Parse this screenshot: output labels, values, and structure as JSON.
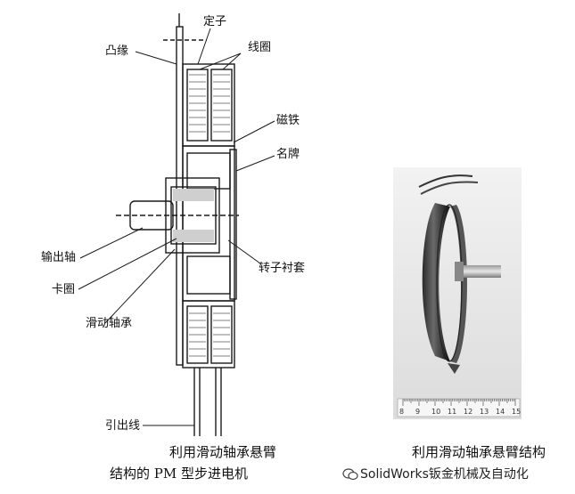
{
  "labels": {
    "stator": "定子",
    "flange": "凸缘",
    "coil": "线圈",
    "magnet": "磁铁",
    "nameplate": "名牌",
    "output_shaft": "输出轴",
    "retaining_ring": "卡圈",
    "sliding_bearing": "滑动轴承",
    "rotor_sleeve": "转子衬套",
    "lead_wire": "引出线"
  },
  "captions": {
    "left_line1": "利用滑动轴承悬臂",
    "left_line2": "结构的 PM 型步进电机",
    "right": "利用滑动轴承悬臂结构"
  },
  "ruler_ticks": [
    "8",
    "9",
    "10",
    "11",
    "12",
    "13",
    "14",
    "15"
  ],
  "watermark": "SolidWorks钣金机械及自动化"
}
